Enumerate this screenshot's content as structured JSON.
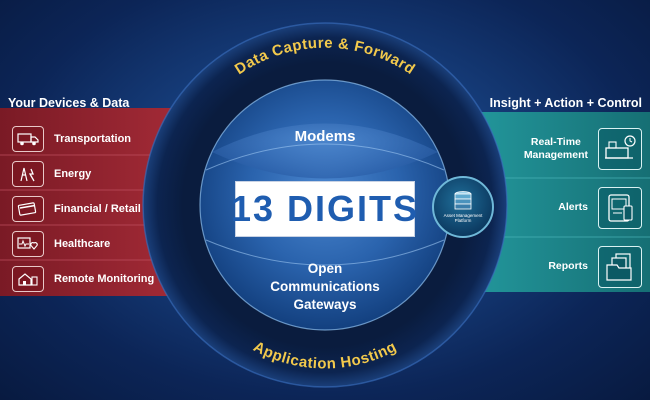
{
  "arc_top": "Data Capture & Forward",
  "arc_bottom": "Application Hosting",
  "left_panel": {
    "header": "Your Devices & Data",
    "items": [
      {
        "label": "Transportation",
        "icon": "truck-icon"
      },
      {
        "label": "Energy",
        "icon": "energy-grid-icon"
      },
      {
        "label": "Financial / Retail",
        "icon": "atm-card-icon"
      },
      {
        "label": "Healthcare",
        "icon": "heart-monitor-icon"
      },
      {
        "label": "Remote Monitoring",
        "icon": "house-sensor-icon"
      }
    ]
  },
  "right_panel": {
    "header": "Insight + Action + Control",
    "items": [
      {
        "label_line1": "Real-Time",
        "label_line2": "Management",
        "icon": "clock-desk-icon"
      },
      {
        "label_line1": "Alerts",
        "label_line2": "",
        "icon": "alert-tablet-icon"
      },
      {
        "label_line1": "Reports",
        "label_line2": "",
        "icon": "documents-icon"
      }
    ]
  },
  "center": {
    "top_label": "Modems",
    "bottom_line1": "Open",
    "bottom_line2": "Communications",
    "bottom_line3": "Gateways"
  },
  "badge": {
    "line1": "Asset Management",
    "line2": "Platform"
  },
  "watermark": "13 DIGITS",
  "colors": {
    "left_band": "#8e2330",
    "right_band": "#1e8a8e",
    "arc_text": "#f2c94c",
    "watermark_text": "#1f5db0"
  }
}
